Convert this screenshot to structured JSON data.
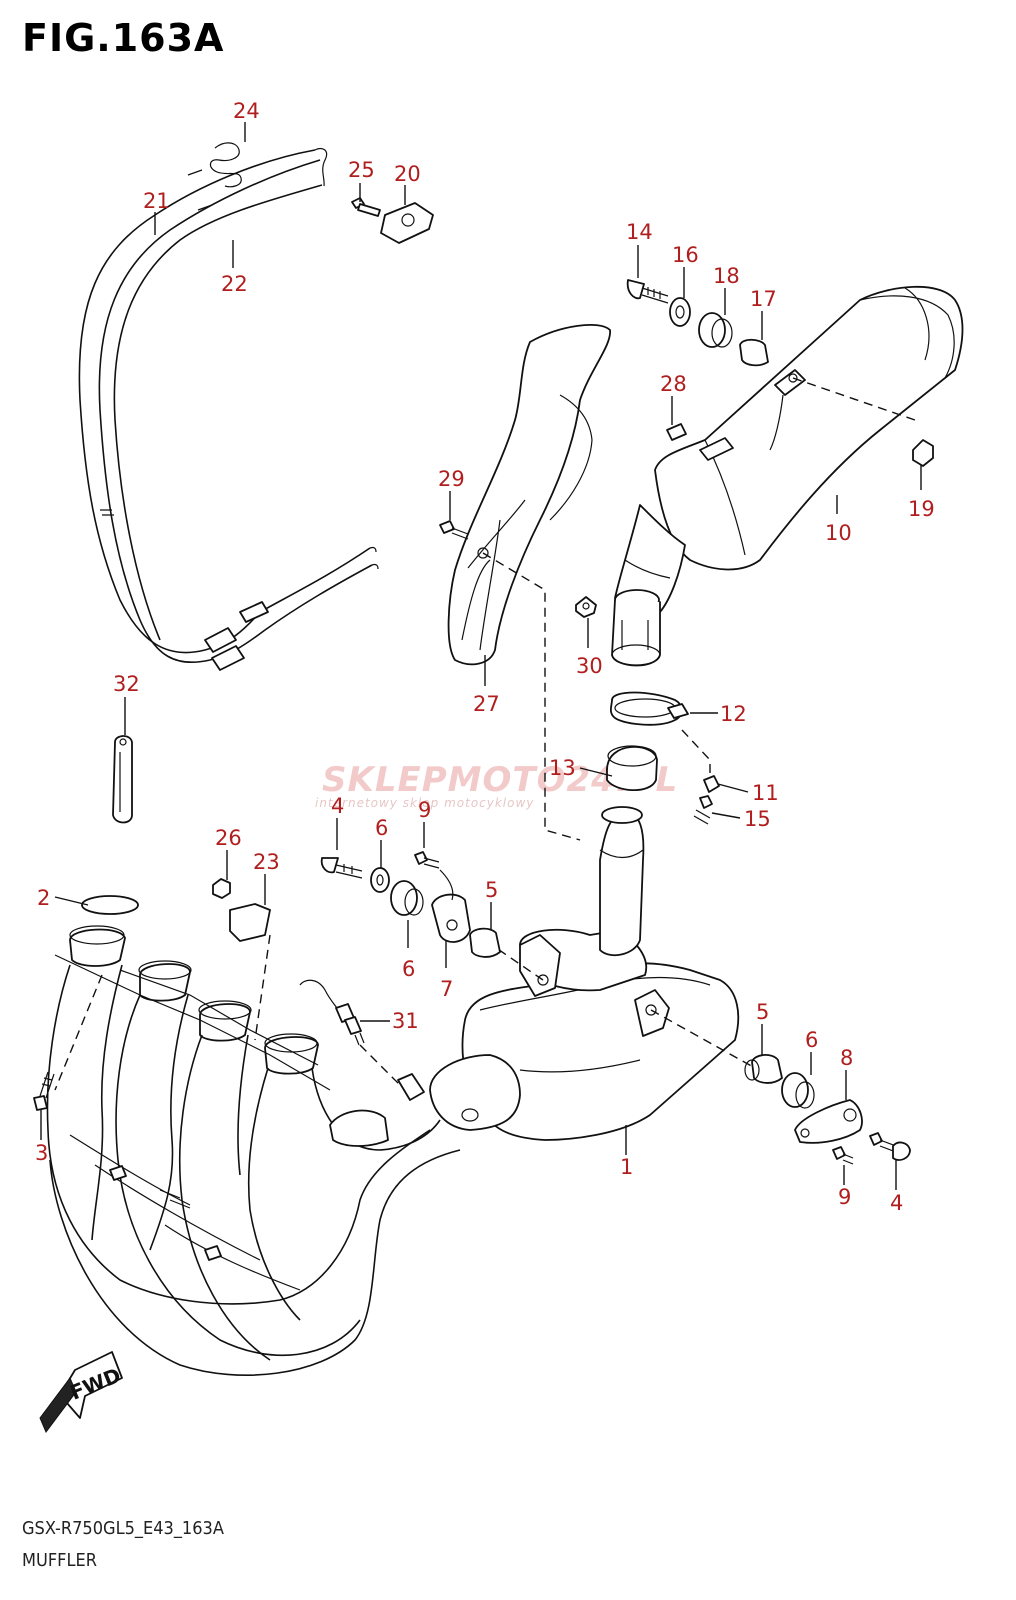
{
  "figure": {
    "title": "FIG.163A",
    "model_code": "GSX-R750GL5_E43_163A",
    "section_name": "MUFFLER"
  },
  "watermark": {
    "brand": "SKLEPMOTO24.PL",
    "tagline": "internetowy sklep motocyklowy"
  },
  "direction_marker": "FWD",
  "callouts": [
    {
      "id": "c-24",
      "number": "24"
    },
    {
      "id": "c-25",
      "number": "25"
    },
    {
      "id": "c-20",
      "number": "20"
    },
    {
      "id": "c-21",
      "number": "21"
    },
    {
      "id": "c-22",
      "number": "22"
    },
    {
      "id": "c-14",
      "number": "14"
    },
    {
      "id": "c-16",
      "number": "16"
    },
    {
      "id": "c-18",
      "number": "18"
    },
    {
      "id": "c-17",
      "number": "17"
    },
    {
      "id": "c-28",
      "number": "28"
    },
    {
      "id": "c-29",
      "number": "29"
    },
    {
      "id": "c-19",
      "number": "19"
    },
    {
      "id": "c-10",
      "number": "10"
    },
    {
      "id": "c-30",
      "number": "30"
    },
    {
      "id": "c-27",
      "number": "27"
    },
    {
      "id": "c-32",
      "number": "32"
    },
    {
      "id": "c-12",
      "number": "12"
    },
    {
      "id": "c-13",
      "number": "13"
    },
    {
      "id": "c-11",
      "number": "11"
    },
    {
      "id": "c-15",
      "number": "15"
    },
    {
      "id": "c-4a",
      "number": "4"
    },
    {
      "id": "c-6a",
      "number": "6"
    },
    {
      "id": "c-9a",
      "number": "9"
    },
    {
      "id": "c-26",
      "number": "26"
    },
    {
      "id": "c-23",
      "number": "23"
    },
    {
      "id": "c-5a",
      "number": "5"
    },
    {
      "id": "c-2",
      "number": "2"
    },
    {
      "id": "c-6b",
      "number": "6"
    },
    {
      "id": "c-7",
      "number": "7"
    },
    {
      "id": "c-31",
      "number": "31"
    },
    {
      "id": "c-5b",
      "number": "5"
    },
    {
      "id": "c-6c",
      "number": "6"
    },
    {
      "id": "c-8",
      "number": "8"
    },
    {
      "id": "c-3",
      "number": "3"
    },
    {
      "id": "c-1",
      "number": "1"
    },
    {
      "id": "c-9b",
      "number": "9"
    },
    {
      "id": "c-4b",
      "number": "4"
    }
  ]
}
